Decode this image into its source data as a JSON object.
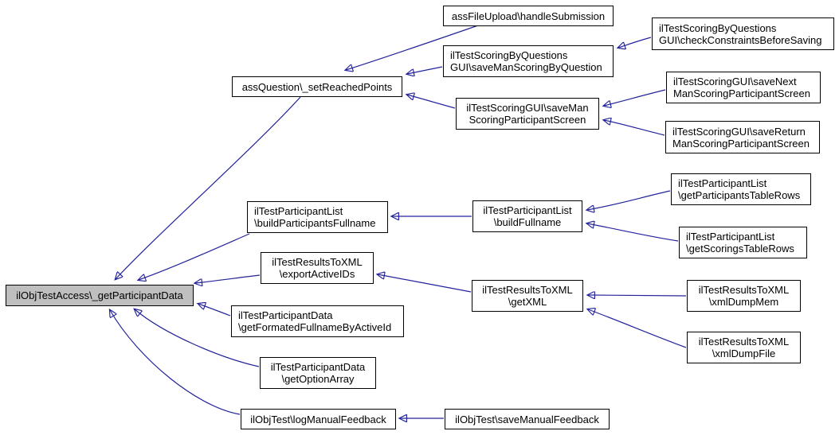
{
  "diagram": {
    "kind": "doxygen-caller-graph",
    "description": "Call graph: arrows point from calling functions (right) toward the called function (left)",
    "focus_function": "ilObjTestAccess\\_getParticipantData"
  },
  "colors": {
    "background": "#ffffff",
    "node_fill": "#ffffff",
    "node_border": "#000000",
    "highlight_node_fill": "#bfbfbf",
    "edge": "#23239b",
    "text": "#000000"
  },
  "nodes": {
    "main": {
      "label": "ilObjTestAccess\\_getParticipantData",
      "line1": "ilObjTestAccess\\_getParticipantData",
      "highlighted": true
    },
    "setReachedPoints": {
      "label": "assQuestion\\_setReachedPoints",
      "line1": "assQuestion\\_setReachedPoints"
    },
    "handleSubmission": {
      "label": "assFileUpload\\handleSubmission",
      "line1": "assFileUpload\\handleSubmission"
    },
    "saveManScoringByQuestion": {
      "label": "ilTestScoringByQuestionsGUI\\saveManScoringByQuestion",
      "line1": "ilTestScoringByQuestions",
      "line2": "GUI\\saveManScoringByQuestion"
    },
    "checkConstraintsBeforeSaving": {
      "label": "ilTestScoringByQuestionsGUI\\checkConstraintsBeforeSaving",
      "line1": "ilTestScoringByQuestions",
      "line2": "GUI\\checkConstraintsBeforeSaving"
    },
    "saveManScoringParticipantScreen": {
      "label": "ilTestScoringGUI\\saveManScoringParticipantScreen",
      "line1": "ilTestScoringGUI\\saveMan",
      "line2": "ScoringParticipantScreen"
    },
    "saveNextManScoringParticipantScreen": {
      "label": "ilTestScoringGUI\\saveNextManScoringParticipantScreen",
      "line1": "ilTestScoringGUI\\saveNext",
      "line2": "ManScoringParticipantScreen"
    },
    "saveReturnManScoringParticipantScreen": {
      "label": "ilTestScoringGUI\\saveReturnManScoringParticipantScreen",
      "line1": "ilTestScoringGUI\\saveReturn",
      "line2": "ManScoringParticipantScreen"
    },
    "buildParticipantsFullname": {
      "label": "ilTestParticipantList\\buildParticipantsFullname",
      "line1": "ilTestParticipantList",
      "line2": "\\buildParticipantsFullname"
    },
    "buildFullname": {
      "label": "ilTestParticipantList\\buildFullname",
      "line1": "ilTestParticipantList",
      "line2": "\\buildFullname"
    },
    "getParticipantsTableRows": {
      "label": "ilTestParticipantList\\getParticipantsTableRows",
      "line1": "ilTestParticipantList",
      "line2": "\\getParticipantsTableRows"
    },
    "getScoringsTableRows": {
      "label": "ilTestParticipantList\\getScoringsTableRows",
      "line1": "ilTestParticipantList",
      "line2": "\\getScoringsTableRows"
    },
    "exportActiveIDs": {
      "label": "ilTestResultsToXML\\exportActiveIDs",
      "line1": "ilTestResultsToXML",
      "line2": "\\exportActiveIDs"
    },
    "getXML": {
      "label": "ilTestResultsToXML\\getXML",
      "line1": "ilTestResultsToXML",
      "line2": "\\getXML"
    },
    "xmlDumpMem": {
      "label": "ilTestResultsToXML\\xmlDumpMem",
      "line1": "ilTestResultsToXML",
      "line2": "\\xmlDumpMem"
    },
    "xmlDumpFile": {
      "label": "ilTestResultsToXML\\xmlDumpFile",
      "line1": "ilTestResultsToXML",
      "line2": "\\xmlDumpFile"
    },
    "getFormatedFullnameByActiveId": {
      "label": "ilTestParticipantData\\getFormatedFullnameByActiveId",
      "line1": "ilTestParticipantData",
      "line2": "\\getFormatedFullnameByActiveId"
    },
    "getOptionArray": {
      "label": "ilTestParticipantData\\getOptionArray",
      "line1": "ilTestParticipantData",
      "line2": "\\getOptionArray"
    },
    "logManualFeedback": {
      "label": "ilObjTest\\logManualFeedback",
      "line1": "ilObjTest\\logManualFeedback"
    },
    "saveManualFeedback": {
      "label": "ilObjTest\\saveManualFeedback",
      "line1": "ilObjTest\\saveManualFeedback"
    }
  },
  "edges": [
    {
      "caller": "setReachedPoints",
      "callee": "main"
    },
    {
      "caller": "handleSubmission",
      "callee": "setReachedPoints"
    },
    {
      "caller": "saveManScoringByQuestion",
      "callee": "setReachedPoints"
    },
    {
      "caller": "saveManScoringParticipantScreen",
      "callee": "setReachedPoints"
    },
    {
      "caller": "checkConstraintsBeforeSaving",
      "callee": "saveManScoringByQuestion"
    },
    {
      "caller": "saveNextManScoringParticipantScreen",
      "callee": "saveManScoringParticipantScreen"
    },
    {
      "caller": "saveReturnManScoringParticipantScreen",
      "callee": "saveManScoringParticipantScreen"
    },
    {
      "caller": "buildParticipantsFullname",
      "callee": "main"
    },
    {
      "caller": "buildFullname",
      "callee": "buildParticipantsFullname"
    },
    {
      "caller": "getParticipantsTableRows",
      "callee": "buildFullname"
    },
    {
      "caller": "getScoringsTableRows",
      "callee": "buildFullname"
    },
    {
      "caller": "exportActiveIDs",
      "callee": "main"
    },
    {
      "caller": "getXML",
      "callee": "exportActiveIDs"
    },
    {
      "caller": "xmlDumpMem",
      "callee": "getXML"
    },
    {
      "caller": "xmlDumpFile",
      "callee": "getXML"
    },
    {
      "caller": "getFormatedFullnameByActiveId",
      "callee": "main"
    },
    {
      "caller": "getOptionArray",
      "callee": "main"
    },
    {
      "caller": "logManualFeedback",
      "callee": "main"
    },
    {
      "caller": "saveManualFeedback",
      "callee": "logManualFeedback"
    }
  ]
}
